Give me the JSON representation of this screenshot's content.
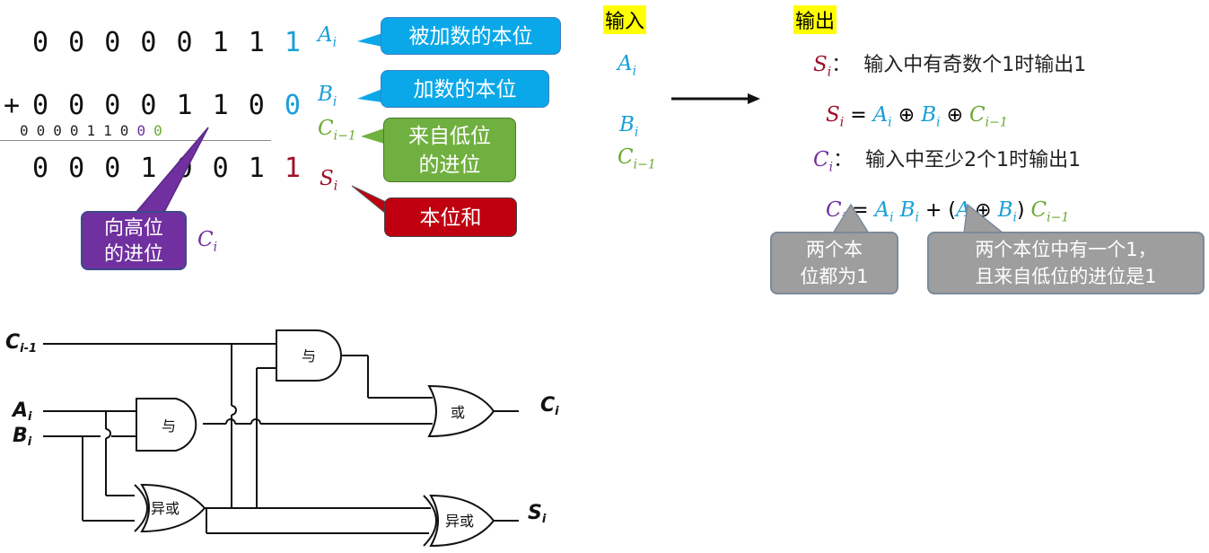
{
  "addition": {
    "row1_prefix": "0 0 0 0 0 1 1 ",
    "row1_last": "1",
    "plus": "+",
    "row2_prefix": "0 0 0 0 1 1 0 ",
    "row2_last": "0",
    "carry_prefix": "0000110",
    "carry_purple": "0",
    "carry_green": "0",
    "result_prefix": "0 0 0 1 0 0 1 ",
    "result_last": "1",
    "carry_out_box": "向高位\n的进位",
    "carry_out_var": "C",
    "carry_out_sub": "i"
  },
  "labels": {
    "a_var": "A",
    "a_sub": "i",
    "a_box": "被加数的本位",
    "b_var": "B",
    "b_sub": "i",
    "b_box": "加数的本位",
    "c_var": "C",
    "c_sub": "i−1",
    "c_box": "来自低位\n的进位",
    "s_var": "S",
    "s_sub": "i",
    "s_box": "本位和"
  },
  "io": {
    "input_title": "输入",
    "output_title": "输出",
    "in_a": "A",
    "in_a_sub": "i",
    "in_b": "B",
    "in_b_sub": "i",
    "in_c": "C",
    "in_c_sub": "i−1"
  },
  "output": {
    "s_desc": "：  输入中有奇数个1时输出1",
    "c_desc": "：  输入中至少2个1时输出1",
    "note_left": "两个本\n位都为1",
    "note_right": "两个本位中有一个1，\n且来自低位的进位是1"
  },
  "circuit": {
    "in_c": "C",
    "in_c_sub": "i-1",
    "in_a": "A",
    "in_a_sub": "i",
    "in_b": "B",
    "in_b_sub": "i",
    "out_c": "C",
    "out_c_sub": "i",
    "out_s": "S",
    "out_s_sub": "i",
    "and_top": "与",
    "and_mid": "与",
    "or_gate": "或",
    "xor_left": "异或",
    "xor_right": "异或"
  },
  "colors": {
    "cyan": "#1aa0d6",
    "green": "#6aaa32",
    "red": "#a0102a",
    "purple": "#7030a0",
    "box_blue": "#0aa8e8",
    "box_green": "#70b040",
    "box_red": "#c00010",
    "box_purple": "#7030a0",
    "box_grey": "#9e9e9e"
  }
}
